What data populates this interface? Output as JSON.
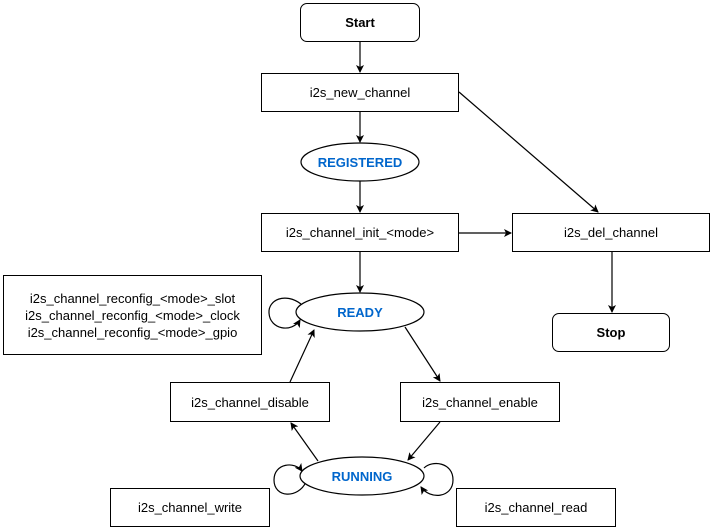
{
  "nodes": {
    "start": "Start",
    "new_channel": "i2s_new_channel",
    "registered": "REGISTERED",
    "init": "i2s_channel_init_<mode>",
    "del_channel": "i2s_del_channel",
    "ready": "READY",
    "stop": "Stop",
    "reconfig": [
      "i2s_channel_reconfig_<mode>_slot",
      "i2s_channel_reconfig_<mode>_clock",
      "i2s_channel_reconfig_<mode>_gpio"
    ],
    "disable": "i2s_channel_disable",
    "enable": "i2s_channel_enable",
    "running": "RUNNING",
    "write": "i2s_channel_write",
    "read": "i2s_channel_read"
  },
  "colors": {
    "state_text": "#0066cc",
    "stroke": "#000000"
  }
}
